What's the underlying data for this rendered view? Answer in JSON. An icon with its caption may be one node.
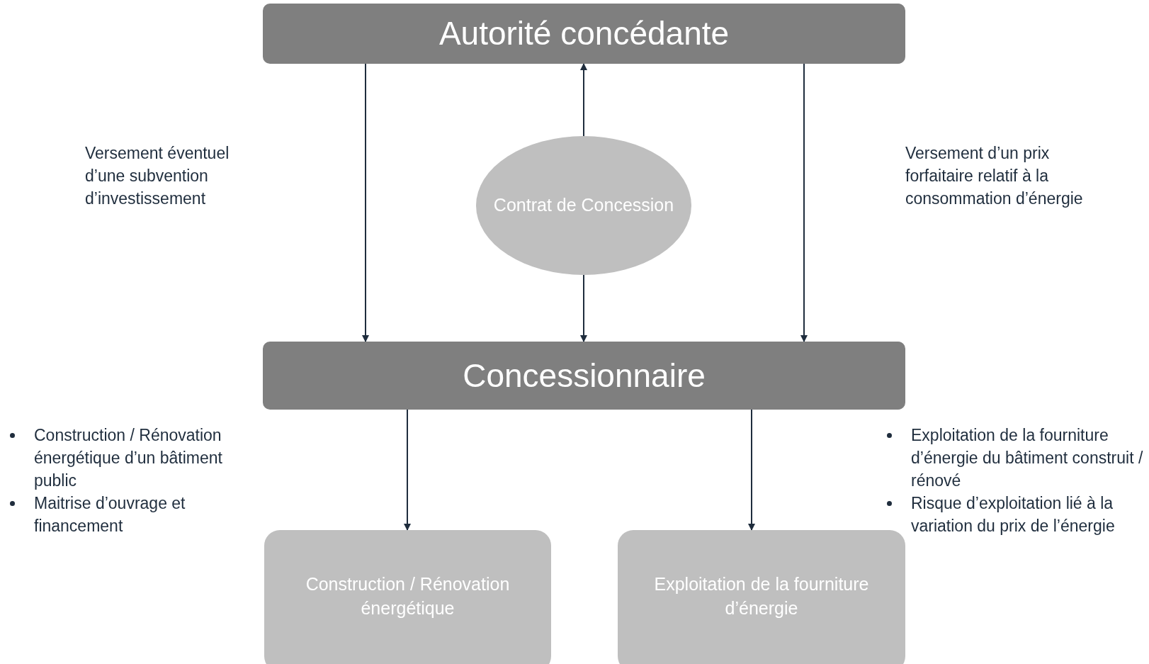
{
  "diagram": {
    "nodes": [
      {
        "text": [
          "Autorité concédante"
        ]
      },
      {
        "text": [
          "Concessionnaire"
        ]
      },
      {
        "text": [
          "Contrat de Concession"
        ]
      },
      {
        "text": [
          "Construction / Rénovation énergétique"
        ]
      },
      {
        "text": [
          "Exploitation de la fourniture d’énergie"
        ]
      }
    ],
    "edges": [
      {
        "from": 0,
        "to": 1,
        "arrow": "to"
      },
      {
        "from": 2,
        "to": 0,
        "arrow": "to"
      },
      {
        "from": 2,
        "to": 1,
        "arrow": "to"
      },
      {
        "from": 0,
        "to": 1,
        "arrow": "to"
      },
      {
        "from": 1,
        "to": 3,
        "arrow": "to"
      },
      {
        "from": 1,
        "to": 4,
        "arrow": "to"
      }
    ],
    "labels": [
      "Versement éventuel d’une subvention d’investissement",
      "Versement d’un prix forfaitaire relatif à la consommation d’énergie",
      "Construction / Rénovation énergétique d’un bâtiment public",
      "Maitrise d’ouvrage et financement",
      "Exploitation de la fourniture d’énergie du bâtiment construit / rénové",
      "Risque d’exploitation lié à la variation du prix de l’énergie"
    ]
  }
}
